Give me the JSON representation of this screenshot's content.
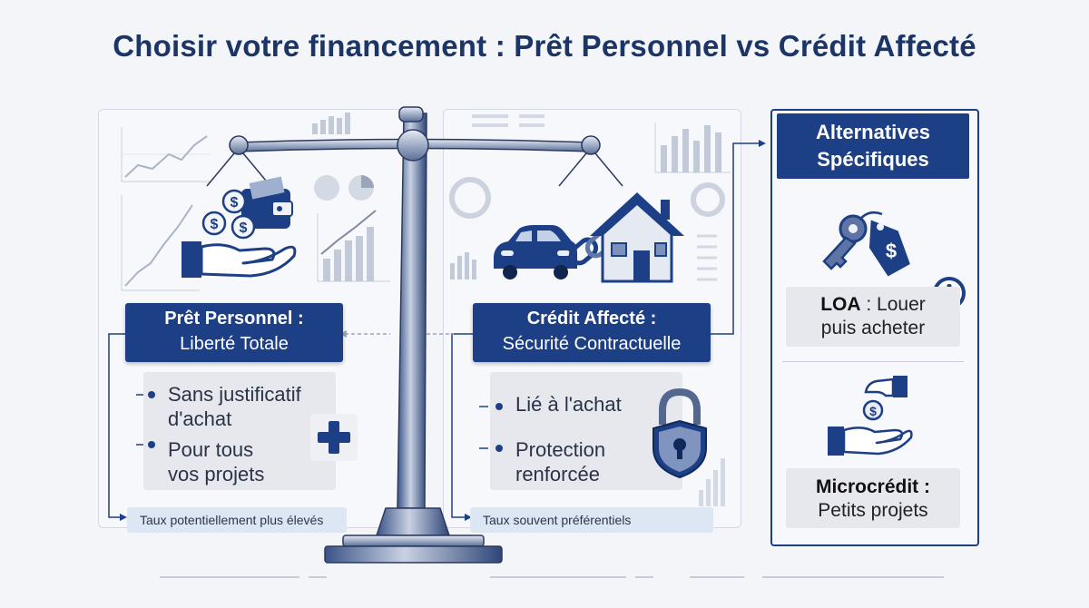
{
  "title": "Choisir votre financement : Prêt Personnel vs Crédit Affecté",
  "left": {
    "header_line1": "Prêt Personnel :",
    "header_line2": "Liberté Totale",
    "features": [
      {
        "line1": "Sans justificatif",
        "line2": "d'achat"
      },
      {
        "line1": "Pour tous",
        "line2": "vos projets"
      }
    ],
    "note": "Taux potentiellement plus élevés"
  },
  "center": {
    "header_line1": "Crédit Affecté :",
    "header_line2": "Sécurité Contractuelle",
    "features": [
      {
        "line1": "Lié à l'achat",
        "line2": ""
      },
      {
        "line1": "Protection",
        "line2": "renforcée"
      }
    ],
    "note": "Taux souvent préférentiels"
  },
  "alternatives": {
    "header_line1": "Alternatives",
    "header_line2": "Spécifiques",
    "cards": [
      {
        "bold": "LOA",
        "rest1": " : Louer",
        "line2": "puis acheter"
      },
      {
        "bold": "Microcrédit :",
        "rest1": "",
        "line2": "Petits projets"
      }
    ]
  },
  "colors": {
    "brand": "#1d3f86",
    "background": "#f3f5f9",
    "card": "#e6e8ee",
    "note": "#dde6f3"
  },
  "icons": [
    "money-hand-icon",
    "wallet-icon",
    "coin-icon",
    "car-icon",
    "chain-link-icon",
    "house-icon",
    "padlock-icon",
    "plus-icon",
    "key-tag-icon",
    "alert-icon",
    "coin-give-icon",
    "balance-scale-icon"
  ]
}
